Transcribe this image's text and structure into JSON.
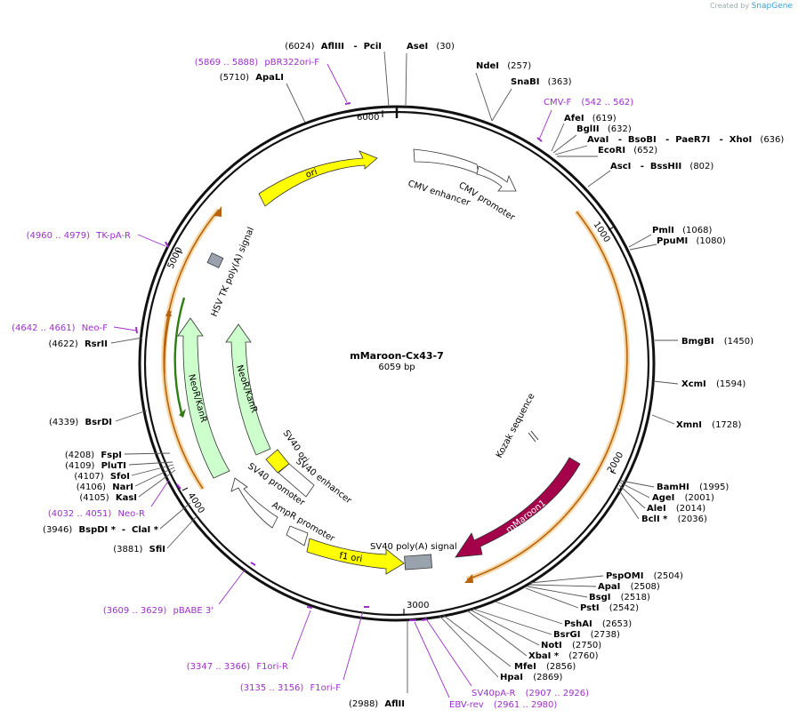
{
  "credit": {
    "prefix": "Created by",
    "brand": "SnapGene"
  },
  "plasmid": {
    "name": "mMaroon-Cx43-7",
    "length": "6059 bp"
  },
  "ticks": [
    "1000",
    "2000",
    "3000",
    "4000",
    "5000",
    "6000"
  ],
  "enzymes_right": [
    {
      "name": "AseI",
      "pos": "(30)"
    },
    {
      "name": "NdeI",
      "pos": "(257)"
    },
    {
      "name": "SnaBI",
      "pos": "(363)"
    },
    {
      "name": "AfeI",
      "pos": "(619)"
    },
    {
      "name": "BglII",
      "pos": "(632)"
    },
    {
      "name": "AvaI   -  BsoBI   -  PaeR7I   -  XhoI",
      "pos": "(636)"
    },
    {
      "name": "EcoRI",
      "pos": "(652)"
    },
    {
      "name": "AscI   -  BssHII",
      "pos": "(802)"
    },
    {
      "name": "PmlI",
      "pos": "(1068)"
    },
    {
      "name": "PpuMI",
      "pos": "(1080)"
    },
    {
      "name": "BmgBI",
      "pos": "(1450)"
    },
    {
      "name": "XcmI",
      "pos": "(1594)"
    },
    {
      "name": "XmnI",
      "pos": "(1728)"
    },
    {
      "name": "BamHI",
      "pos": "(1995)"
    },
    {
      "name": "AgeI",
      "pos": "(2001)"
    },
    {
      "name": "AleI",
      "pos": "(2014)"
    },
    {
      "name": "BclI *",
      "pos": "(2036)"
    },
    {
      "name": "PspOMI",
      "pos": "(2504)"
    },
    {
      "name": "ApaI",
      "pos": "(2508)"
    },
    {
      "name": "BsgI",
      "pos": "(2518)"
    },
    {
      "name": "PstI",
      "pos": "(2542)"
    },
    {
      "name": "PshAI",
      "pos": "(2653)"
    },
    {
      "name": "BsrGI",
      "pos": "(2738)"
    },
    {
      "name": "NotI",
      "pos": "(2750)"
    },
    {
      "name": "XbaI *",
      "pos": "(2760)"
    },
    {
      "name": "MfeI",
      "pos": "(2856)"
    },
    {
      "name": "HpaI",
      "pos": "(2869)"
    }
  ],
  "enzymes_left": [
    {
      "name": "AflIII   -  PciI",
      "pos": "(6024)"
    },
    {
      "name": "ApaLI",
      "pos": "(5710)"
    },
    {
      "name": "RsrII",
      "pos": "(4622)"
    },
    {
      "name": "BsrDI",
      "pos": "(4339)"
    },
    {
      "name": "FspI",
      "pos": "(4208)"
    },
    {
      "name": "PluTI",
      "pos": "(4109)"
    },
    {
      "name": "SfoI",
      "pos": "(4107)"
    },
    {
      "name": "NarI",
      "pos": "(4106)"
    },
    {
      "name": "KasI",
      "pos": "(4105)"
    },
    {
      "name": "BspDI *  -  ClaI *",
      "pos": "(3946)"
    },
    {
      "name": "SfiI",
      "pos": "(3881)"
    },
    {
      "name": "AflII",
      "pos": "(2988)"
    }
  ],
  "primers": [
    {
      "name": "pBR322ori-F",
      "pos": "(5869 .. 5888)"
    },
    {
      "name": "CMV-F",
      "pos": "(542 .. 562)"
    },
    {
      "name": "TK-pA-R",
      "pos": "(4960 .. 4979)"
    },
    {
      "name": "Neo-F",
      "pos": "(4642 .. 4661)"
    },
    {
      "name": "Neo-R",
      "pos": "(4032 .. 4051)"
    },
    {
      "name": "pBABE 3'",
      "pos": "(3609 .. 3629)"
    },
    {
      "name": "F1ori-R",
      "pos": "(3347 .. 3366)"
    },
    {
      "name": "F1ori-F",
      "pos": "(3135 .. 3156)"
    },
    {
      "name": "SV40pA-R",
      "pos": "(2907 .. 2926)"
    },
    {
      "name": "EBV-rev",
      "pos": "(2961 .. 2980)"
    }
  ],
  "features": {
    "ori": "ori",
    "cmv_enhancer": "CMV enhancer",
    "cmv_promoter": "CMV promoter",
    "hsv_tk": "HSV TK poly(A) signal",
    "neokan_outer": "NeoR/KanR",
    "neokan_inner": "NeoR/KanR",
    "sv40_ori": "SV40 ori",
    "sv40_enhancer": "SV40 enhancer",
    "sv40_promoter": "SV40 promoter",
    "ampr_promoter": "AmpR promoter",
    "f1_ori": "f1 ori",
    "sv40_polya": "SV40 poly(A) signal",
    "kozak": "Kozak sequence",
    "mmaroon": "mMaroon1"
  },
  "colors": {
    "backbone": "#111111",
    "primer": "#9b30c9",
    "ori": "#ffff00",
    "neo": "#ccffcc",
    "mmaroon": "#a5004a",
    "orf": "#e8a030",
    "polya": "#9aa3ad"
  }
}
